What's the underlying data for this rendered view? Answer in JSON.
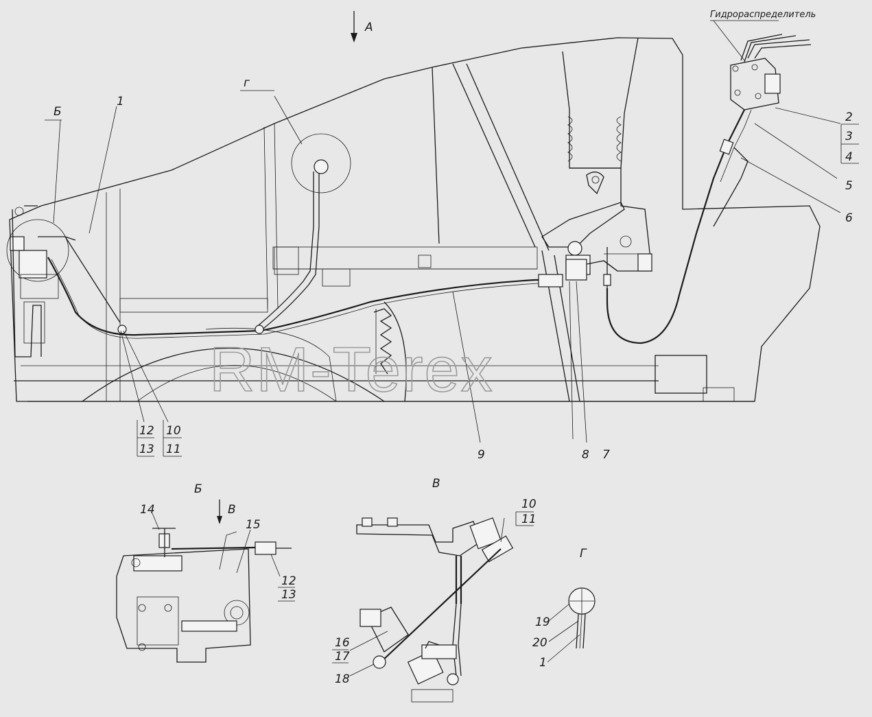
{
  "view_label": "А",
  "hydro_label": "Гидрораспределитель",
  "watermark": "RM-Terex",
  "callouts": {
    "c1": "1",
    "c2": "2",
    "c3": "3",
    "c4": "4",
    "c5": "5",
    "c6": "6",
    "c7": "7",
    "c8": "8",
    "c9": "9",
    "c10": "10",
    "c11": "11",
    "c12": "12",
    "c13": "13",
    "b": "Б",
    "g": "г"
  },
  "detail_b": {
    "title": "Б",
    "arrow_label": "В",
    "c14": "14",
    "c15": "15",
    "c12": "12",
    "c13": "13"
  },
  "detail_v": {
    "title": "В",
    "c10": "10",
    "c11": "11",
    "c16": "16",
    "c17": "17",
    "c18": "18"
  },
  "detail_g": {
    "title": "Г",
    "c19": "19",
    "c20": "20",
    "c1": "1"
  }
}
